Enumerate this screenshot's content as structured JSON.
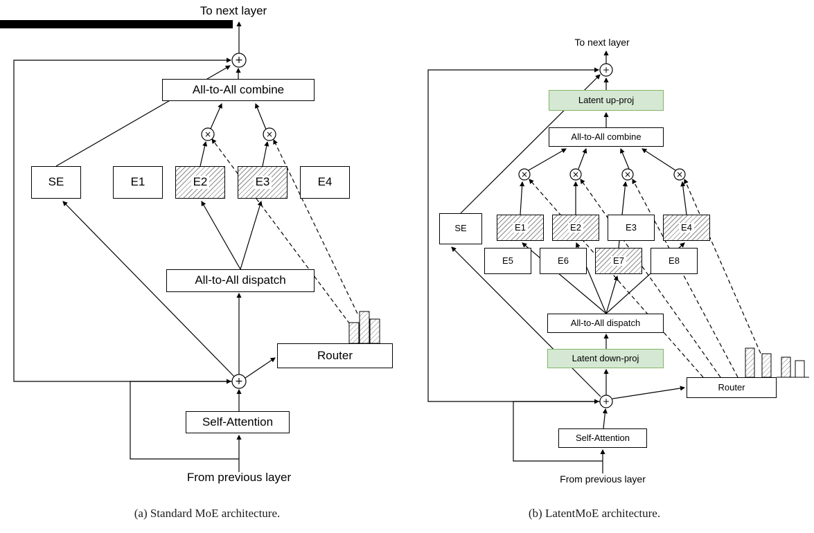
{
  "diagram_a": {
    "caption": "(a) Standard MoE architecture.",
    "to_next_layer": "To next layer",
    "from_previous_layer": "From previous layer",
    "combine_label": "All-to-All combine",
    "dispatch_label": "All-to-All dispatch",
    "shared_expert_label": "SE",
    "experts": [
      "E1",
      "E2",
      "E3",
      "E4"
    ],
    "active_experts": [
      "E2",
      "E3"
    ],
    "router_label": "Router",
    "self_attention_label": "Self-Attention"
  },
  "diagram_b": {
    "caption": "(b) LatentMoE architecture.",
    "to_next_layer": "To next layer",
    "from_previous_layer": "From previous layer",
    "latent_up_label": "Latent up-proj",
    "combine_label": "All-to-All combine",
    "dispatch_label": "All-to-All dispatch",
    "latent_down_label": "Latent down-proj",
    "shared_expert_label": "SE",
    "experts_row1": [
      "E1",
      "E2",
      "E3",
      "E4"
    ],
    "experts_row2": [
      "E5",
      "E6",
      "E7",
      "E8"
    ],
    "active_experts": [
      "E1",
      "E2",
      "E4",
      "E7"
    ],
    "router_label": "Router",
    "self_attention_label": "Self-Attention"
  },
  "icons": {
    "sum_node": "+",
    "multiply_node": "×"
  },
  "colors": {
    "latent_fill": "#d5e8d4",
    "latent_border": "#82b366",
    "line": "#000000",
    "hatch": "#8a8a8a",
    "top_artifact_bar": "#000000"
  }
}
